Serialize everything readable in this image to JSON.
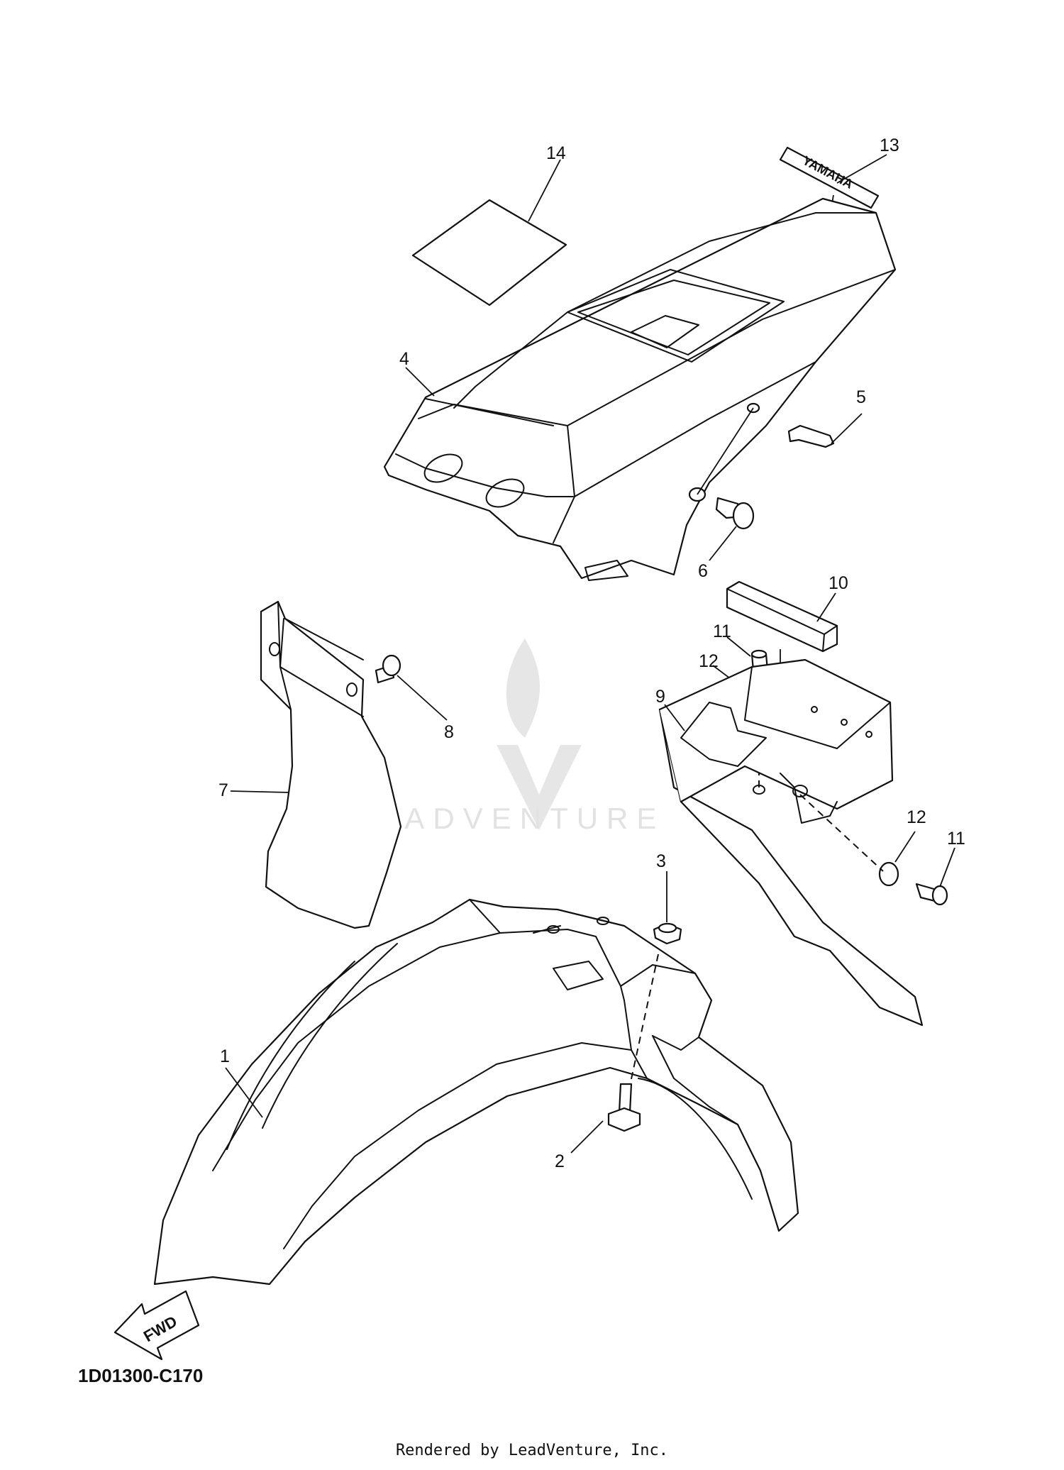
{
  "diagram": {
    "code": "1D01300-C170",
    "credit": "Rendered by LeadVenture, Inc.",
    "watermark": "LEADVENTURE",
    "decal_text": "YAMAHA",
    "fwd_text": "FWD",
    "callouts": [
      "1",
      "2",
      "3",
      "4",
      "5",
      "6",
      "7",
      "8",
      "9",
      "10",
      "11",
      "12",
      "11",
      "12",
      "13",
      "14"
    ]
  }
}
